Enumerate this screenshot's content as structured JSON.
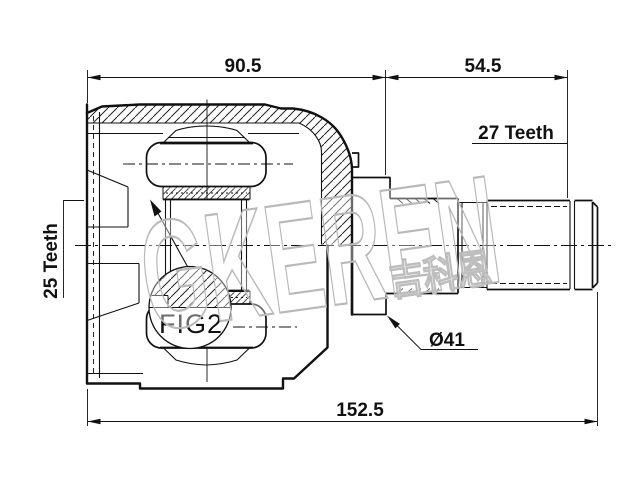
{
  "drawing": {
    "dimensions": {
      "housing_length": "90.5",
      "shaft_length": "54.5",
      "overall_length": "152.5"
    },
    "labels": {
      "left_spline": "25 Teeth",
      "right_spline": "27 Teeth",
      "groove_diameter": "Ø41",
      "detail_figure": "FIG2"
    },
    "watermark": {
      "brand": "GKEREN",
      "brand_cjk": "吉科恩",
      "color": "#bdbdbd"
    },
    "colors": {
      "line": "#111111",
      "background": "#ffffff"
    }
  }
}
